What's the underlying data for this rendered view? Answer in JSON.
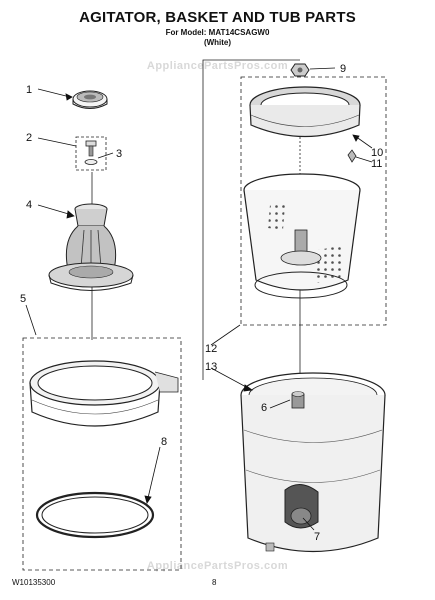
{
  "header": {
    "title": "AGITATOR, BASKET AND TUB PARTS",
    "model_line": "For Model: MAT14CSAGW0",
    "color_line": "(White)"
  },
  "watermark": "AppliancePartsPros.com",
  "footer": {
    "doc_number": "W10135300",
    "page_number": "8"
  },
  "callouts": {
    "c1": "1",
    "c2": "2",
    "c3": "3",
    "c4": "4",
    "c5": "5",
    "c6": "6",
    "c7": "7",
    "c8": "8",
    "c9": "9",
    "c10": "10",
    "c11": "11",
    "c12": "12",
    "c13": "13"
  }
}
